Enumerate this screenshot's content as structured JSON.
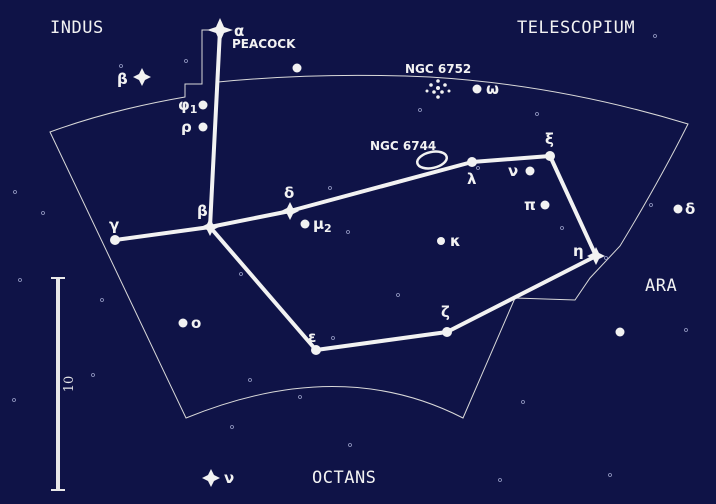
{
  "colors": {
    "background": "#0f1347",
    "ink": "#f2f2f2"
  },
  "constellations": {
    "indus": "INDUS",
    "telescopium": "TELESCOPIUM",
    "ara": "ARA",
    "octans": "OCTANS"
  },
  "stars": {
    "alpha": "α",
    "alpha_name": "PEACOCK",
    "beta_indus": "β",
    "phi": "φ",
    "phi_sub": "1",
    "rho": "ρ",
    "gamma": "γ",
    "beta": "β",
    "delta": "δ",
    "mu": "μ",
    "mu_sub": "2",
    "kappa": "κ",
    "omega": "ω",
    "lambda": "λ",
    "nu": "ν",
    "xi": "ξ",
    "pi": "π",
    "delta_ara": "δ",
    "eta": "η",
    "zeta": "ζ",
    "epsilon": "ε",
    "omicron": "ο",
    "nu_octans": "ν"
  },
  "objects": {
    "ngc6752": "NGC 6752",
    "ngc6744": "NGC 6744"
  },
  "scale": {
    "label": "10"
  }
}
